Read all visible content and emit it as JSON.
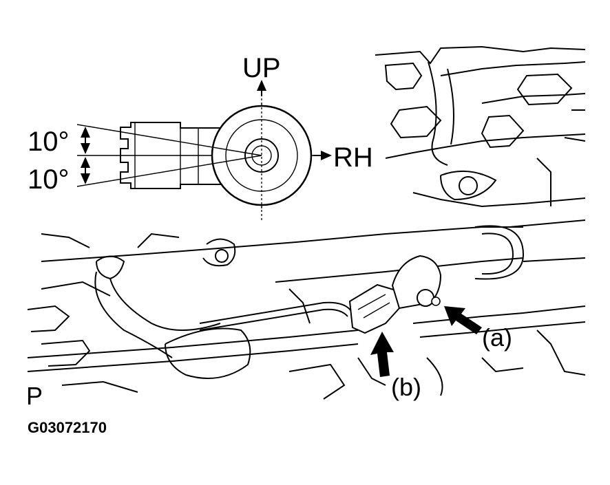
{
  "labels": {
    "up": "UP",
    "rh": "RH",
    "angle_upper": "10°",
    "angle_lower": "10°",
    "callout_a": "(a)",
    "callout_b": "(b)",
    "view_marker": "P",
    "figure_code": "G03072170"
  }
}
